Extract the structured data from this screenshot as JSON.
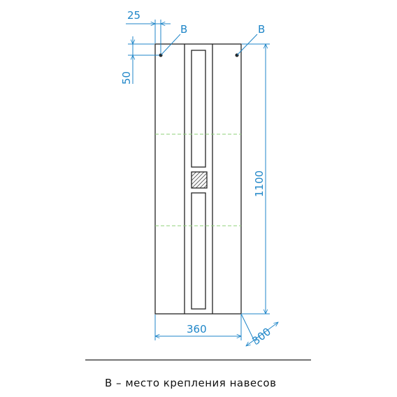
{
  "drawing": {
    "dimensions": {
      "top_offset": "25",
      "vertical_offset": "50",
      "height": "1100",
      "width": "360",
      "depth": "300"
    },
    "mount_point_label_left": "B",
    "mount_point_label_right": "B",
    "caption": "В – место крепления навесов"
  },
  "colors": {
    "dimension": "#1f86c8",
    "outline": "#222222",
    "guide": "#8fd27a"
  }
}
